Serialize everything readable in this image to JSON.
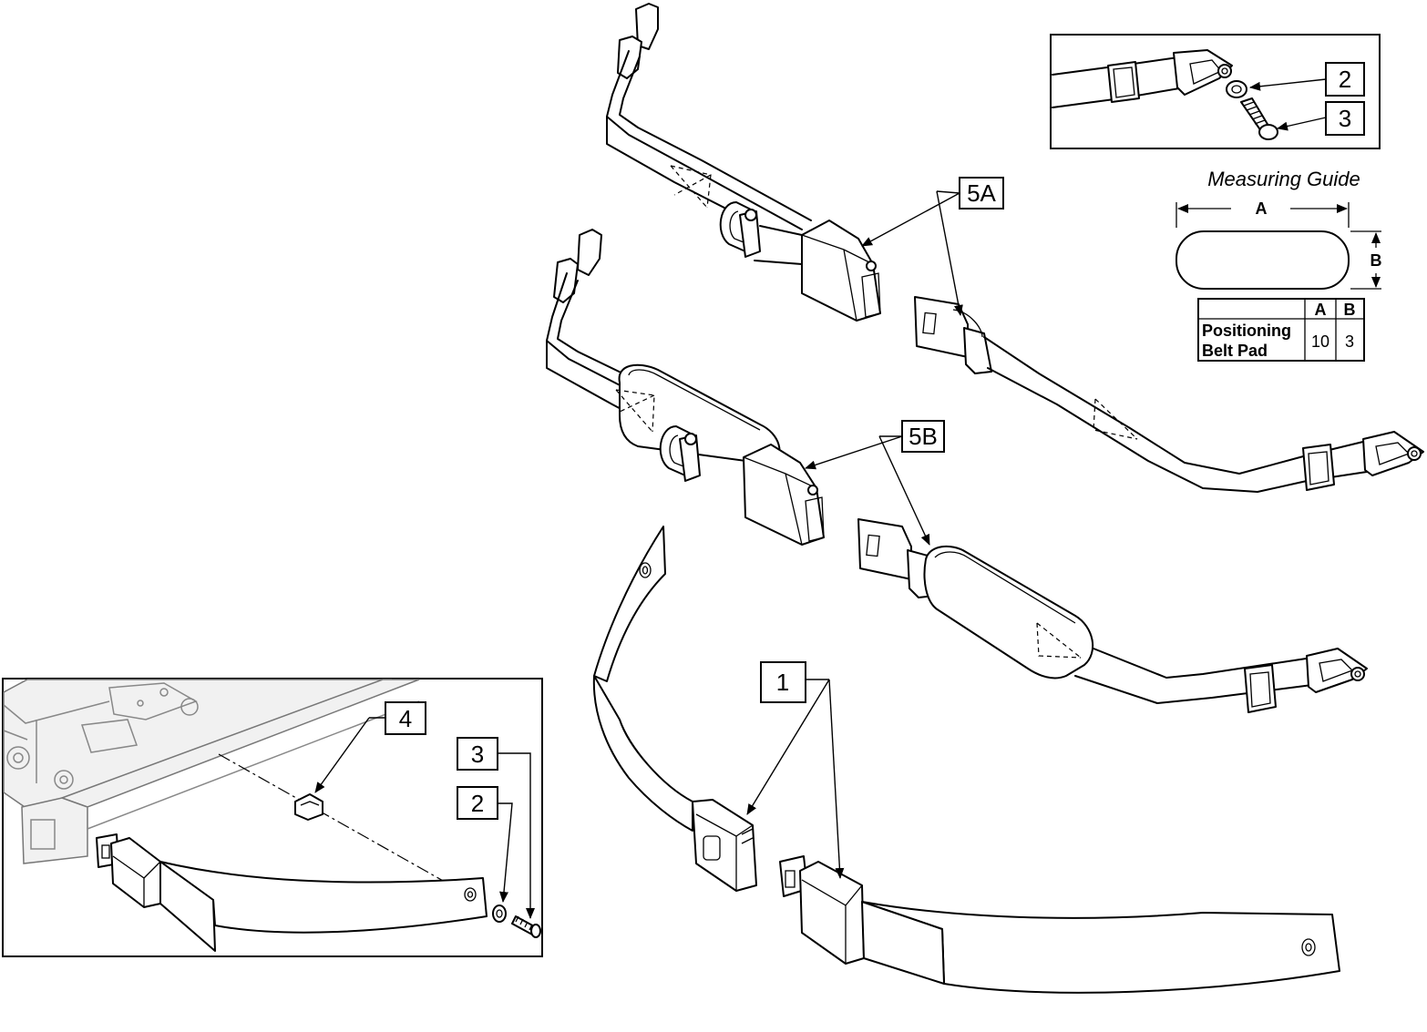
{
  "callouts": {
    "c1": "1",
    "c2_detail": "2",
    "c3_detail": "3",
    "c4": "4",
    "c5a": "5A",
    "c5b": "5B",
    "c2_top": "2",
    "c3_top": "3"
  },
  "measuring_guide": {
    "title": "Measuring Guide",
    "dim_a": "A",
    "dim_b": "B",
    "table": {
      "col_a": "A",
      "col_b": "B",
      "row_label_line1": "Positioning",
      "row_label_line2": "Belt Pad",
      "value_a": "10",
      "value_b": "3"
    }
  }
}
